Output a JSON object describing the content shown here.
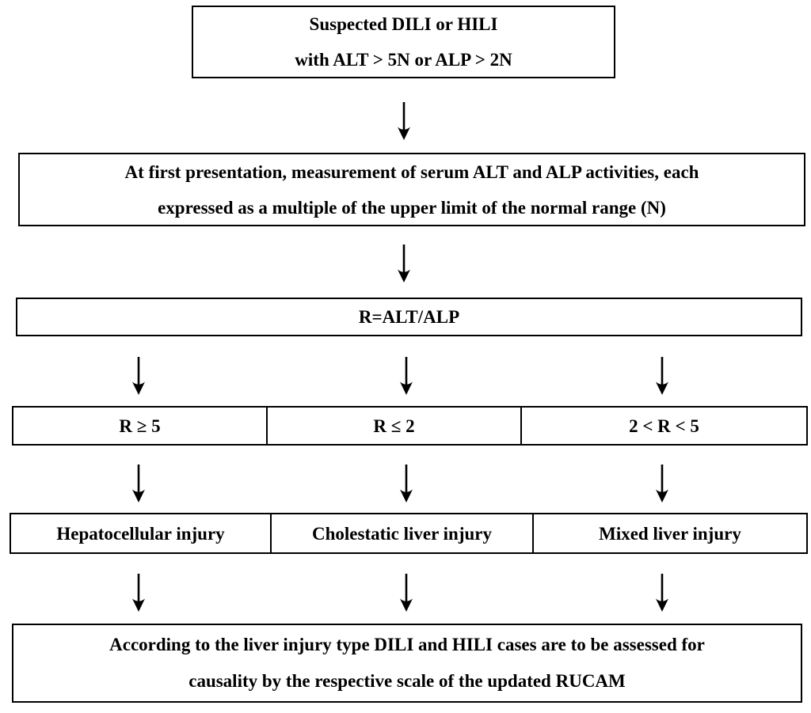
{
  "flowchart": {
    "suspected_box": {
      "line1": "Suspected DILI or HILI",
      "line2": "with ALT > 5N or ALP > 2N"
    },
    "presentation_box": {
      "line1": "At first presentation, measurement of serum ALT and ALP activities, each",
      "line2": "expressed as a multiple of the upper limit of the normal range (N)"
    },
    "ratio_box": {
      "text": "R=ALT/ALP"
    },
    "ratio_branches": [
      {
        "label": "R ≥ 5"
      },
      {
        "label": "R ≤ 2"
      },
      {
        "label": "2 < R < 5"
      }
    ],
    "injury_boxes": [
      {
        "label": "Hepatocellular injury"
      },
      {
        "label": "Cholestatic liver injury"
      },
      {
        "label": "Mixed liver injury"
      }
    ],
    "conclusion_box": {
      "line1": "According to the liver injury type DILI and HILI cases are to be assessed for",
      "line2": "causality by the respective scale of the updated RUCAM"
    },
    "icons": {
      "down_arrow": "↓"
    },
    "colors": {
      "border": "#000000",
      "text": "#000000",
      "background": "#ffffff"
    }
  }
}
